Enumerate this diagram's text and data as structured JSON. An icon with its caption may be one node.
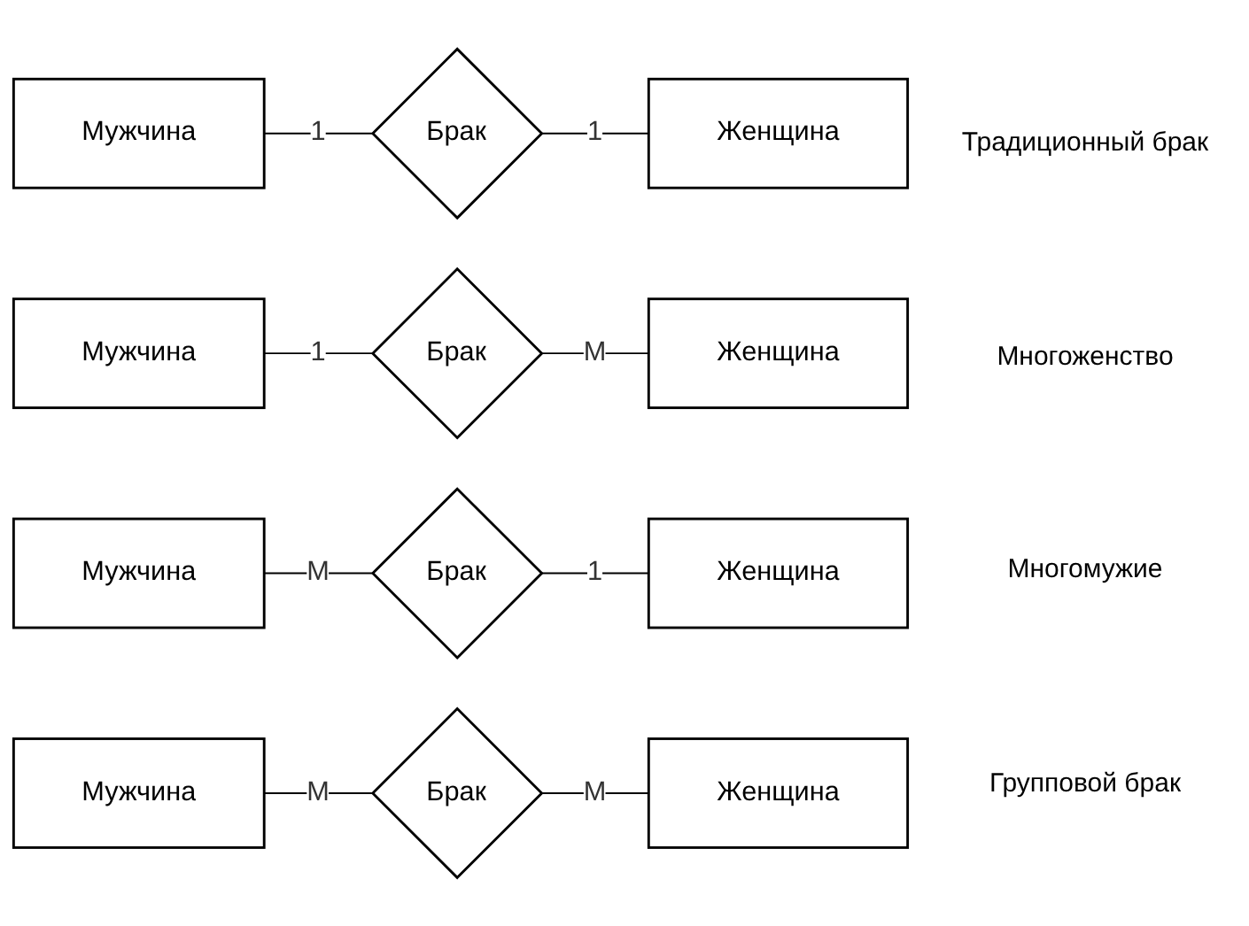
{
  "diagram": {
    "nodes": [
      {
        "text": [
          "Мужчина"
        ]
      },
      {
        "text": [
          "Брак"
        ]
      },
      {
        "text": [
          "Женщина"
        ]
      },
      {
        "text": [
          "Мужчина"
        ]
      },
      {
        "text": [
          "Брак"
        ]
      },
      {
        "text": [
          "Женщина"
        ]
      },
      {
        "text": [
          "Мужчина"
        ]
      },
      {
        "text": [
          "Брак"
        ]
      },
      {
        "text": [
          "Женщина"
        ]
      },
      {
        "text": [
          "Мужчина"
        ]
      },
      {
        "text": [
          "Брак"
        ]
      },
      {
        "text": [
          "Женщина"
        ]
      }
    ],
    "edges": [
      {
        "from": 0,
        "to": 1,
        "arrow": "none",
        "label": "1"
      },
      {
        "from": 1,
        "to": 2,
        "arrow": "none",
        "label": "1"
      },
      {
        "from": 3,
        "to": 4,
        "arrow": "none",
        "label": "1"
      },
      {
        "from": 4,
        "to": 5,
        "arrow": "none",
        "label": "M"
      },
      {
        "from": 6,
        "to": 7,
        "arrow": "none",
        "label": "M"
      },
      {
        "from": 7,
        "to": 8,
        "arrow": "none",
        "label": "1"
      },
      {
        "from": 9,
        "to": 10,
        "arrow": "none",
        "label": "M"
      },
      {
        "from": 10,
        "to": 11,
        "arrow": "none",
        "label": "M"
      }
    ],
    "labels": [
      "Традиционный брак",
      "Многоженство",
      "Многомужие",
      "Групповой брак"
    ]
  }
}
